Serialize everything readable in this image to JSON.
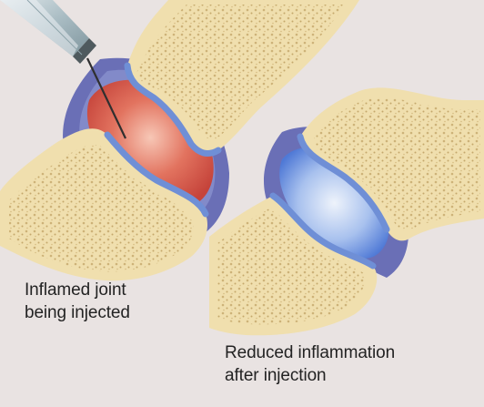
{
  "captions": {
    "left": [
      "Inflamed joint",
      "being injected"
    ],
    "right": [
      "Reduced inflammation",
      "after injection"
    ]
  },
  "colors": {
    "background": "#e9e3e2",
    "bone": "#f0dfae",
    "bone_shadow": "#dcc48b",
    "capsule": "#6a6fb6",
    "inflamed_fluid": "#d9574a",
    "healthy_fluid": "#5a86dc",
    "caption_text": "#232323"
  },
  "icons": [
    "syringe-icon",
    "needle-icon"
  ]
}
